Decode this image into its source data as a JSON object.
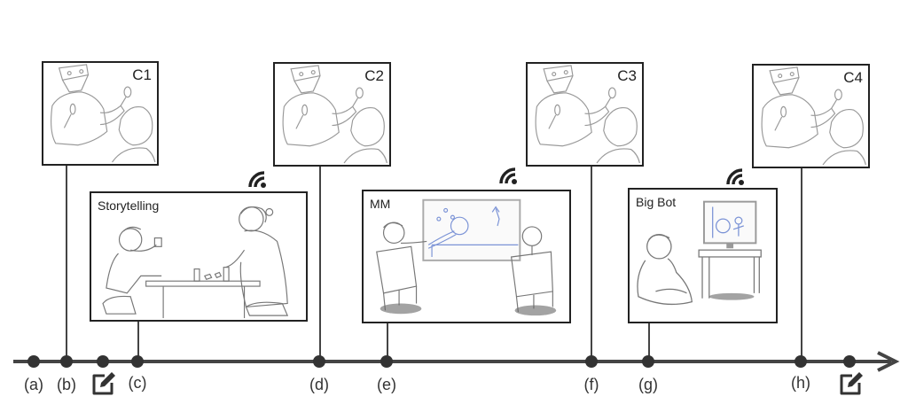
{
  "timeline": {
    "points": [
      {
        "id": "a",
        "label": "(a)"
      },
      {
        "id": "b",
        "label": "(b)"
      },
      {
        "id": "edit1",
        "label": "",
        "icon": "edit-icon"
      },
      {
        "id": "c",
        "label": "(c)"
      },
      {
        "id": "d",
        "label": "(d)"
      },
      {
        "id": "e",
        "label": "(e)"
      },
      {
        "id": "f",
        "label": "(f)"
      },
      {
        "id": "g",
        "label": "(g)"
      },
      {
        "id": "h",
        "label": "(h)"
      },
      {
        "id": "edit2",
        "label": "",
        "icon": "edit-icon"
      }
    ],
    "arrow_icon": "arrow-right-icon"
  },
  "conversations": [
    {
      "label": "C1",
      "point": "b",
      "illustration": "hooded-robot-and-child"
    },
    {
      "label": "C2",
      "point": "d",
      "illustration": "hooded-robot-and-child"
    },
    {
      "label": "C3",
      "point": "f",
      "illustration": "hooded-robot-and-child"
    },
    {
      "label": "C4",
      "point": "h",
      "illustration": "hooded-robot-and-child"
    }
  ],
  "activities": [
    {
      "label": "Storytelling",
      "point": "c",
      "illustration": "child-and-adult-at-table",
      "icon": "wireless-signal-icon"
    },
    {
      "label": "MM",
      "point": "e",
      "illustration": "child-and-robot-at-whiteboard",
      "icon": "wireless-signal-icon"
    },
    {
      "label": "Big Bot",
      "point": "g",
      "illustration": "child-watching-tv",
      "icon": "wireless-signal-icon"
    }
  ],
  "colors": {
    "line": "#444444",
    "dot": "#333333",
    "border": "#222222",
    "sketch": "#888888",
    "drawing_blue": "#7b93d6"
  }
}
